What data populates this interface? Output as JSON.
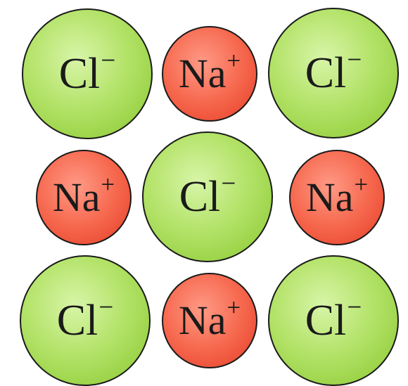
{
  "ions": {
    "r0c0": {
      "symbol": "Cl",
      "charge": "−",
      "kind": "chloride",
      "color": "#b4e36a"
    },
    "r0c1": {
      "symbol": "Na",
      "charge": "+",
      "kind": "sodium",
      "color": "#f6694f"
    },
    "r0c2": {
      "symbol": "Cl",
      "charge": "−",
      "kind": "chloride",
      "color": "#b4e36a"
    },
    "r1c0": {
      "symbol": "Na",
      "charge": "+",
      "kind": "sodium",
      "color": "#f6694f"
    },
    "r1c1": {
      "symbol": "Cl",
      "charge": "−",
      "kind": "chloride",
      "color": "#b4e36a"
    },
    "r1c2": {
      "symbol": "Na",
      "charge": "+",
      "kind": "sodium",
      "color": "#f6694f"
    },
    "r2c0": {
      "symbol": "Cl",
      "charge": "−",
      "kind": "chloride",
      "color": "#b4e36a"
    },
    "r2c1": {
      "symbol": "Na",
      "charge": "+",
      "kind": "sodium",
      "color": "#f6694f"
    },
    "r2c2": {
      "symbol": "Cl",
      "charge": "−",
      "kind": "chloride",
      "color": "#b4e36a"
    }
  }
}
